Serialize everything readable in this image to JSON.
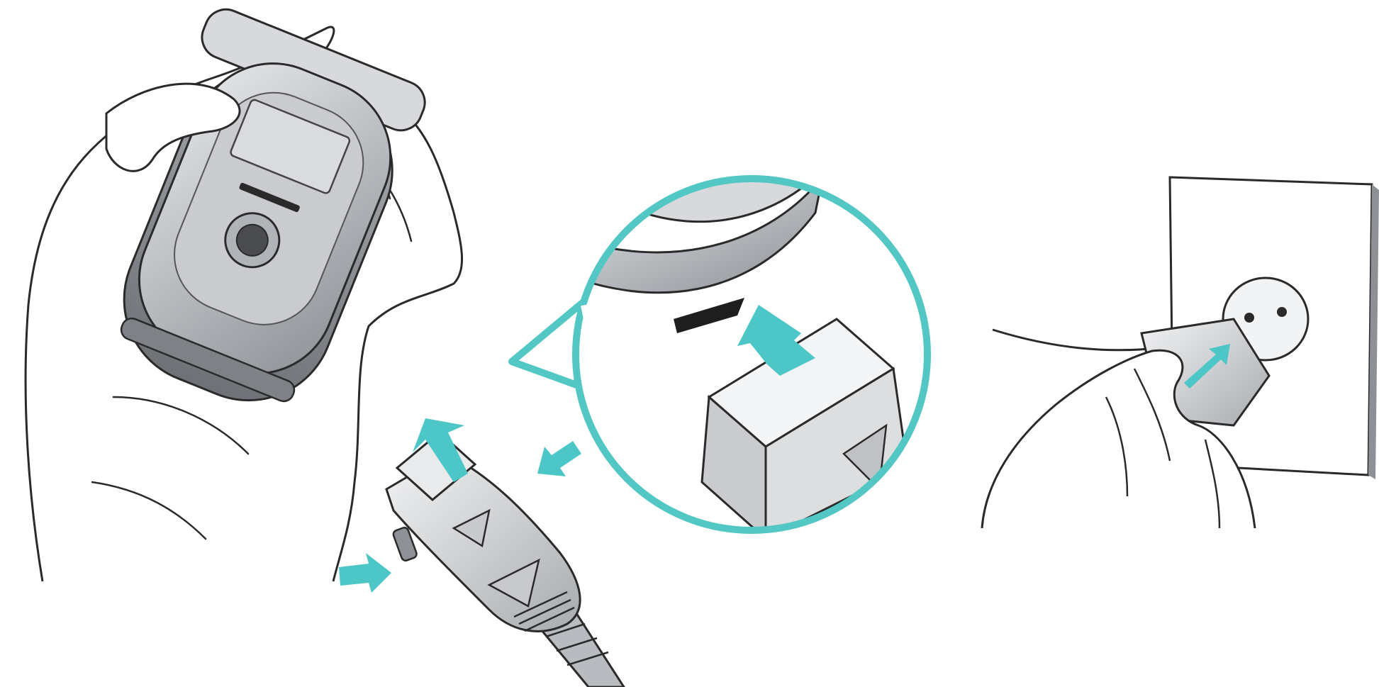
{
  "illustration": {
    "panels": [
      {
        "id": "phone-and-charger-connector",
        "depicts": [
          "hand",
          "flip-phone",
          "charger-connector"
        ]
      },
      {
        "id": "connector-zoom-callout",
        "depicts": [
          "phone-base-closeup",
          "connector-tip"
        ]
      },
      {
        "id": "wall-outlet-plug",
        "depicts": [
          "wall-plate",
          "hand",
          "plug"
        ]
      }
    ],
    "arrows": [
      {
        "name": "connector-insert-arrow",
        "direction": "up"
      },
      {
        "name": "side-release-button-arrow-left",
        "direction": "right"
      },
      {
        "name": "side-release-button-arrow-right",
        "direction": "left"
      },
      {
        "name": "callout-insert-arrow",
        "direction": "up"
      },
      {
        "name": "outlet-insert-arrow",
        "direction": "up-right"
      }
    ],
    "colors": {
      "accent_arrow": "#4cc6c6",
      "callout_border": "#52c7c4",
      "line_art": "#2a2a2a",
      "phone_silver": "#b9bcc0",
      "phone_dark": "#8d9095",
      "background": "#ffffff"
    }
  }
}
